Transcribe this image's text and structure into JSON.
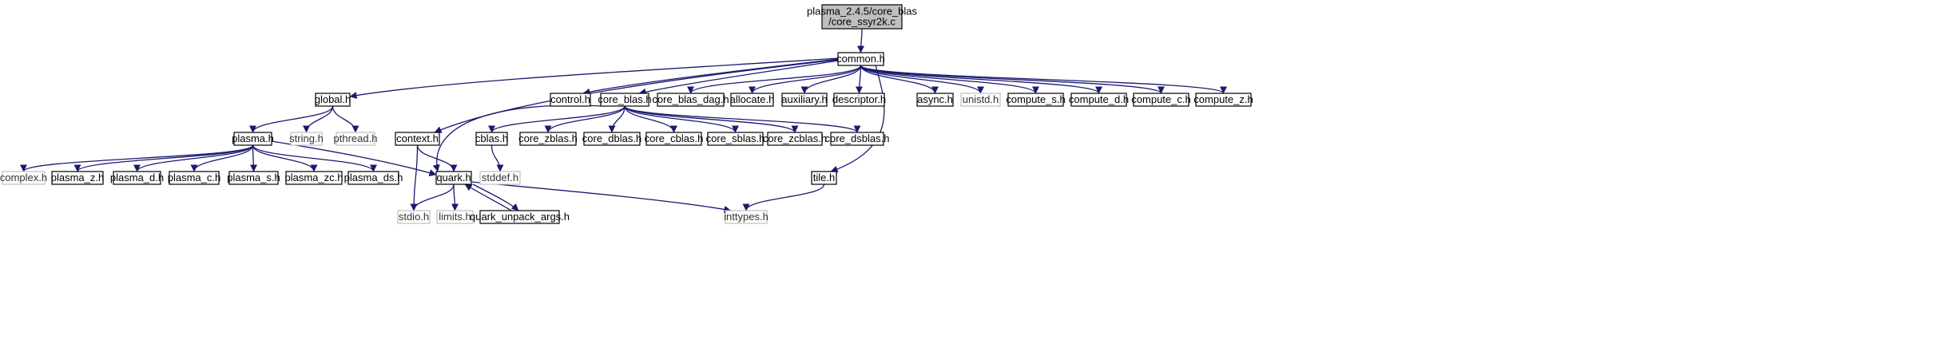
{
  "colors": {
    "edge": "#191970",
    "root_fill": "#bfbfbf",
    "node_fill": "#ffffff",
    "node_border": "#000000",
    "missing_border": "#bfbfbf"
  },
  "nodes": [
    {
      "id": "root",
      "lines": [
        "plasma_2.4.5/core_blas",
        "/core_ssyr2k.c"
      ],
      "style": "root"
    },
    {
      "id": "common",
      "lines": [
        "common.h"
      ],
      "style": "normal"
    },
    {
      "id": "global",
      "lines": [
        "global.h"
      ],
      "style": "normal"
    },
    {
      "id": "control",
      "lines": [
        "control.h"
      ],
      "style": "normal"
    },
    {
      "id": "core_blas",
      "lines": [
        "core_blas.h"
      ],
      "style": "normal"
    },
    {
      "id": "core_blas_dag",
      "lines": [
        "core_blas_dag.h"
      ],
      "style": "normal"
    },
    {
      "id": "allocate",
      "lines": [
        "allocate.h"
      ],
      "style": "normal"
    },
    {
      "id": "auxiliary",
      "lines": [
        "auxiliary.h"
      ],
      "style": "normal"
    },
    {
      "id": "descriptor",
      "lines": [
        "descriptor.h"
      ],
      "style": "normal"
    },
    {
      "id": "async",
      "lines": [
        "async.h"
      ],
      "style": "normal"
    },
    {
      "id": "unistd",
      "lines": [
        "unistd.h"
      ],
      "style": "missing"
    },
    {
      "id": "compute_s",
      "lines": [
        "compute_s.h"
      ],
      "style": "normal"
    },
    {
      "id": "compute_d",
      "lines": [
        "compute_d.h"
      ],
      "style": "normal"
    },
    {
      "id": "compute_c",
      "lines": [
        "compute_c.h"
      ],
      "style": "normal"
    },
    {
      "id": "compute_z",
      "lines": [
        "compute_z.h"
      ],
      "style": "normal"
    },
    {
      "id": "plasma",
      "lines": [
        "plasma.h"
      ],
      "style": "normal"
    },
    {
      "id": "string",
      "lines": [
        "string.h"
      ],
      "style": "missing"
    },
    {
      "id": "pthread",
      "lines": [
        "pthread.h"
      ],
      "style": "missing"
    },
    {
      "id": "context",
      "lines": [
        "context.h"
      ],
      "style": "normal"
    },
    {
      "id": "cblas",
      "lines": [
        "cblas.h"
      ],
      "style": "normal"
    },
    {
      "id": "core_zblas",
      "lines": [
        "core_zblas.h"
      ],
      "style": "normal"
    },
    {
      "id": "core_dblas",
      "lines": [
        "core_dblas.h"
      ],
      "style": "normal"
    },
    {
      "id": "core_cblas",
      "lines": [
        "core_cblas.h"
      ],
      "style": "normal"
    },
    {
      "id": "core_sblas",
      "lines": [
        "core_sblas.h"
      ],
      "style": "normal"
    },
    {
      "id": "core_zcblas",
      "lines": [
        "core_zcblas.h"
      ],
      "style": "normal"
    },
    {
      "id": "core_dsblas",
      "lines": [
        "core_dsblas.h"
      ],
      "style": "normal"
    },
    {
      "id": "stddef",
      "lines": [
        "stddef.h"
      ],
      "style": "missing"
    },
    {
      "id": "tile",
      "lines": [
        "tile.h"
      ],
      "style": "normal"
    },
    {
      "id": "complex",
      "lines": [
        "complex.h"
      ],
      "style": "missing"
    },
    {
      "id": "plasma_z",
      "lines": [
        "plasma_z.h"
      ],
      "style": "normal"
    },
    {
      "id": "plasma_d",
      "lines": [
        "plasma_d.h"
      ],
      "style": "normal"
    },
    {
      "id": "plasma_c",
      "lines": [
        "plasma_c.h"
      ],
      "style": "normal"
    },
    {
      "id": "plasma_s",
      "lines": [
        "plasma_s.h"
      ],
      "style": "normal"
    },
    {
      "id": "plasma_zc",
      "lines": [
        "plasma_zc.h"
      ],
      "style": "normal"
    },
    {
      "id": "plasma_ds",
      "lines": [
        "plasma_ds.h"
      ],
      "style": "normal"
    },
    {
      "id": "quark",
      "lines": [
        "quark.h"
      ],
      "style": "normal"
    },
    {
      "id": "stdio",
      "lines": [
        "stdio.h"
      ],
      "style": "missing"
    },
    {
      "id": "limits",
      "lines": [
        "limits.h"
      ],
      "style": "missing"
    },
    {
      "id": "quark_unpack_args",
      "lines": [
        "quark_unpack_args.h"
      ],
      "style": "normal"
    },
    {
      "id": "inttypes",
      "lines": [
        "inttypes.h"
      ],
      "style": "missing"
    }
  ],
  "edges": [
    [
      "root",
      "common"
    ],
    [
      "common",
      "global"
    ],
    [
      "common",
      "control"
    ],
    [
      "common",
      "core_blas"
    ],
    [
      "common",
      "core_blas_dag"
    ],
    [
      "common",
      "allocate"
    ],
    [
      "common",
      "auxiliary"
    ],
    [
      "common",
      "descriptor"
    ],
    [
      "common",
      "async"
    ],
    [
      "common",
      "unistd"
    ],
    [
      "common",
      "compute_s"
    ],
    [
      "common",
      "compute_d"
    ],
    [
      "common",
      "compute_c"
    ],
    [
      "common",
      "compute_z"
    ],
    [
      "common",
      "context"
    ],
    [
      "common",
      "tile"
    ],
    [
      "global",
      "plasma"
    ],
    [
      "global",
      "string"
    ],
    [
      "global",
      "pthread"
    ],
    [
      "core_blas",
      "cblas"
    ],
    [
      "core_blas",
      "core_zblas"
    ],
    [
      "core_blas",
      "core_dblas"
    ],
    [
      "core_blas",
      "core_cblas"
    ],
    [
      "core_blas",
      "core_sblas"
    ],
    [
      "core_blas",
      "core_zcblas"
    ],
    [
      "core_blas",
      "core_dsblas"
    ],
    [
      "core_blas",
      "quark"
    ],
    [
      "plasma",
      "complex"
    ],
    [
      "plasma",
      "plasma_z"
    ],
    [
      "plasma",
      "plasma_d"
    ],
    [
      "plasma",
      "plasma_c"
    ],
    [
      "plasma",
      "plasma_s"
    ],
    [
      "plasma",
      "plasma_zc"
    ],
    [
      "plasma",
      "plasma_ds"
    ],
    [
      "plasma",
      "quark"
    ],
    [
      "context",
      "quark"
    ],
    [
      "context",
      "stdio"
    ],
    [
      "cblas",
      "stddef"
    ],
    [
      "tile",
      "inttypes"
    ],
    [
      "quark",
      "stdio"
    ],
    [
      "quark",
      "limits"
    ],
    [
      "quark",
      "quark_unpack_args"
    ],
    [
      "quark",
      "inttypes"
    ],
    [
      "quark_unpack_args",
      "quark"
    ]
  ]
}
